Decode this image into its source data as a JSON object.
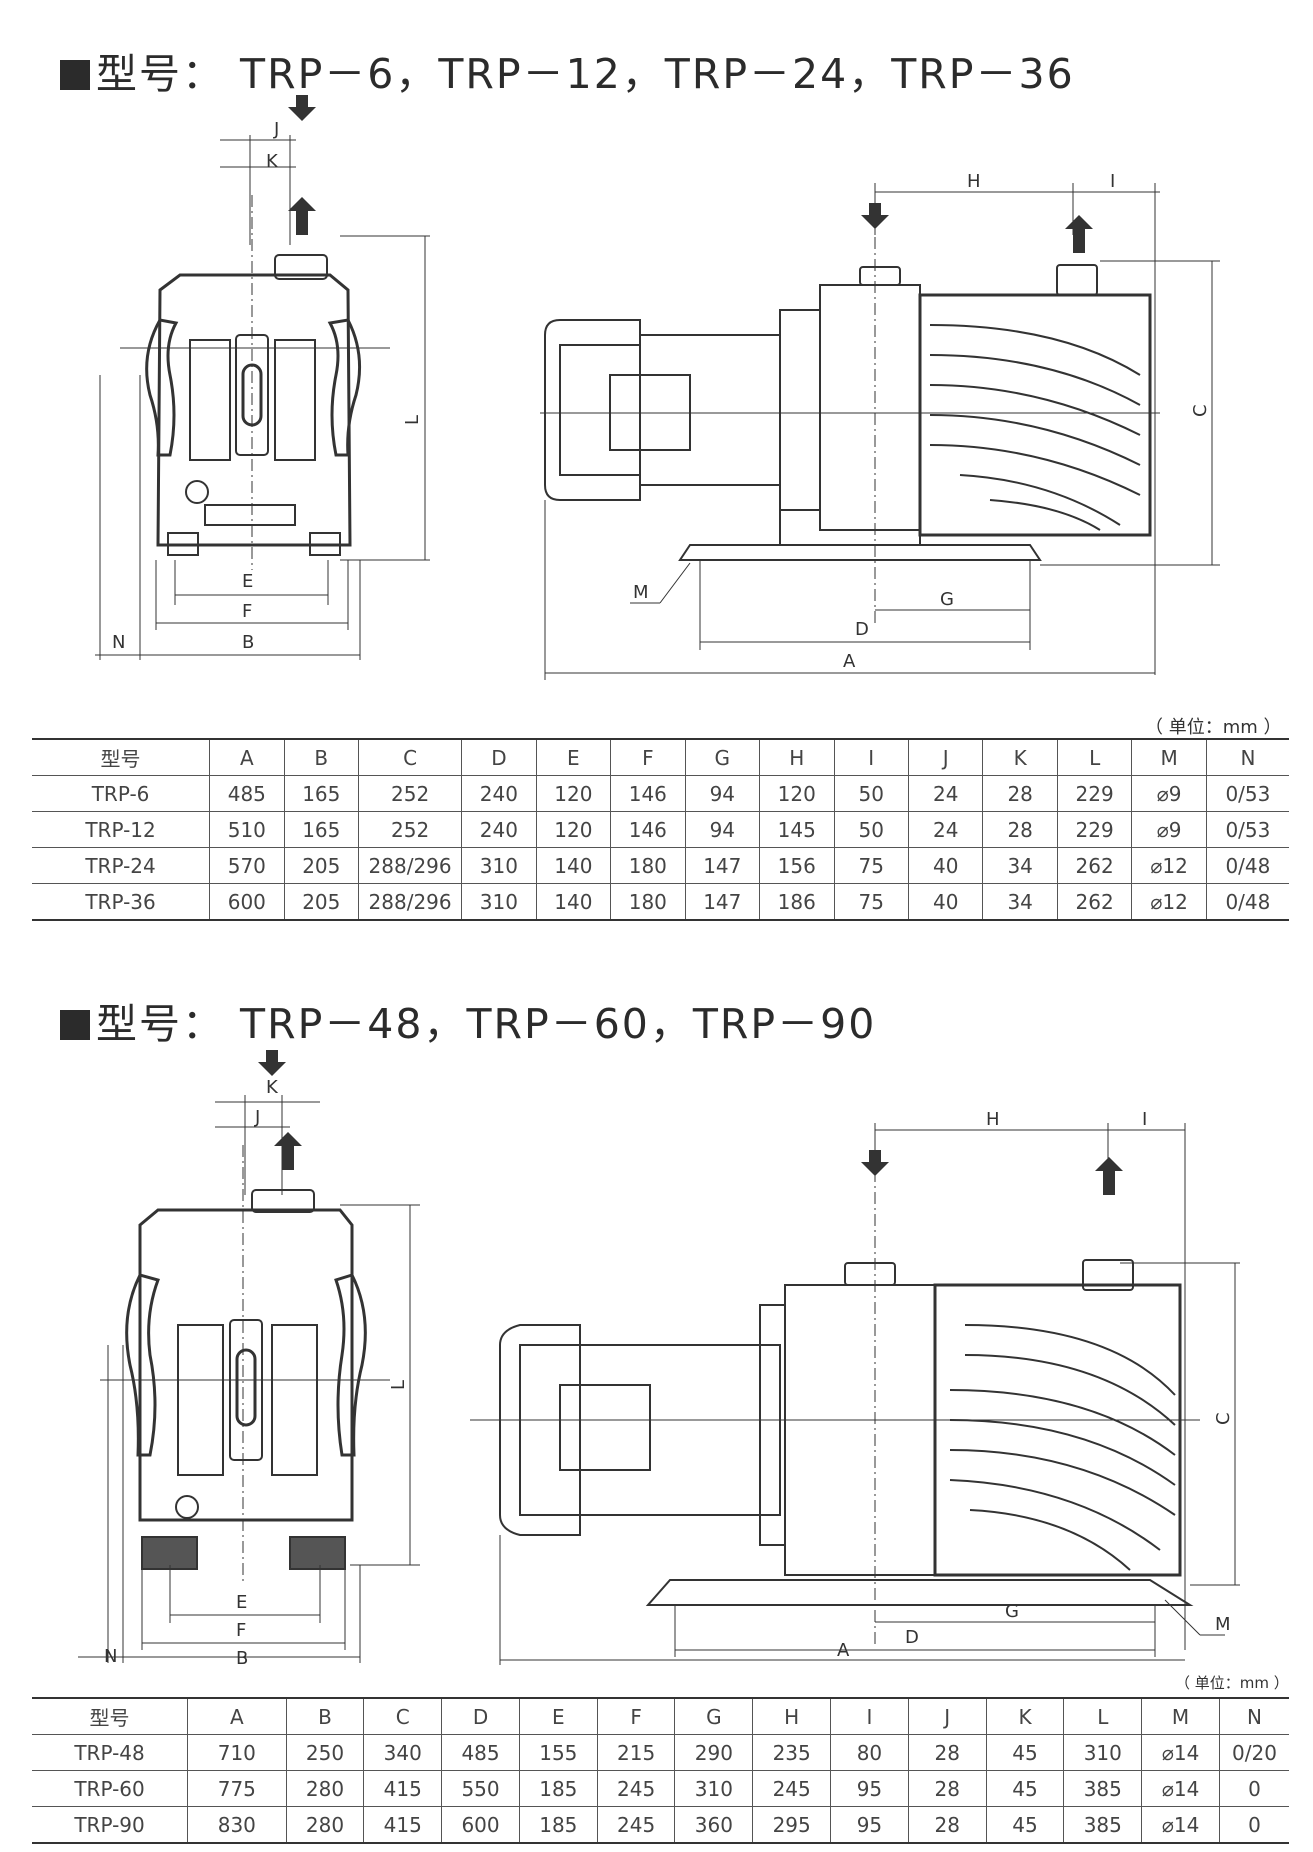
{
  "section1": {
    "heading": "型号：  TRP－6，TRP－12，TRP－24，TRP－36",
    "unit": "（ 单位：mm ）",
    "columns": [
      "型号",
      "A",
      "B",
      "C",
      "D",
      "E",
      "F",
      "G",
      "H",
      "I",
      "J",
      "K",
      "L",
      "M",
      "N"
    ],
    "rows": [
      [
        "TRP-6",
        "485",
        "165",
        "252",
        "240",
        "120",
        "146",
        "94",
        "120",
        "50",
        "24",
        "28",
        "229",
        "⌀9",
        "0/53"
      ],
      [
        "TRP-12",
        "510",
        "165",
        "252",
        "240",
        "120",
        "146",
        "94",
        "145",
        "50",
        "24",
        "28",
        "229",
        "⌀9",
        "0/53"
      ],
      [
        "TRP-24",
        "570",
        "205",
        "288/296",
        "310",
        "140",
        "180",
        "147",
        "156",
        "75",
        "40",
        "34",
        "262",
        "⌀12",
        "0/48"
      ],
      [
        "TRP-36",
        "600",
        "205",
        "288/296",
        "310",
        "140",
        "180",
        "147",
        "186",
        "75",
        "40",
        "34",
        "262",
        "⌀12",
        "0/48"
      ]
    ],
    "dimension_labels": {
      "A": "A",
      "B": "B",
      "C": "C",
      "D": "D",
      "E": "E",
      "F": "F",
      "G": "G",
      "H": "H",
      "I": "I",
      "J": "J",
      "K": "K",
      "L": "L",
      "M": "M",
      "N": "N"
    }
  },
  "section2": {
    "heading": "型号：  TRP－48，TRP－60，TRP－90",
    "unit": "（ 单位：mm ）",
    "columns": [
      "型号",
      "A",
      "B",
      "C",
      "D",
      "E",
      "F",
      "G",
      "H",
      "I",
      "J",
      "K",
      "L",
      "M",
      "N"
    ],
    "rows": [
      [
        "TRP-48",
        "710",
        "250",
        "340",
        "485",
        "155",
        "215",
        "290",
        "235",
        "80",
        "28",
        "45",
        "310",
        "⌀14",
        "0/20"
      ],
      [
        "TRP-60",
        "775",
        "280",
        "415",
        "550",
        "185",
        "245",
        "310",
        "245",
        "95",
        "28",
        "45",
        "385",
        "⌀14",
        "0"
      ],
      [
        "TRP-90",
        "830",
        "280",
        "415",
        "600",
        "185",
        "245",
        "360",
        "295",
        "95",
        "28",
        "45",
        "385",
        "⌀14",
        "0"
      ]
    ],
    "dimension_labels": {
      "A": "A",
      "B": "B",
      "C": "C",
      "D": "D",
      "E": "E",
      "F": "F",
      "G": "G",
      "H": "H",
      "I": "I",
      "J": "J",
      "K": "K",
      "L": "L",
      "M": "M",
      "N": "N"
    }
  }
}
